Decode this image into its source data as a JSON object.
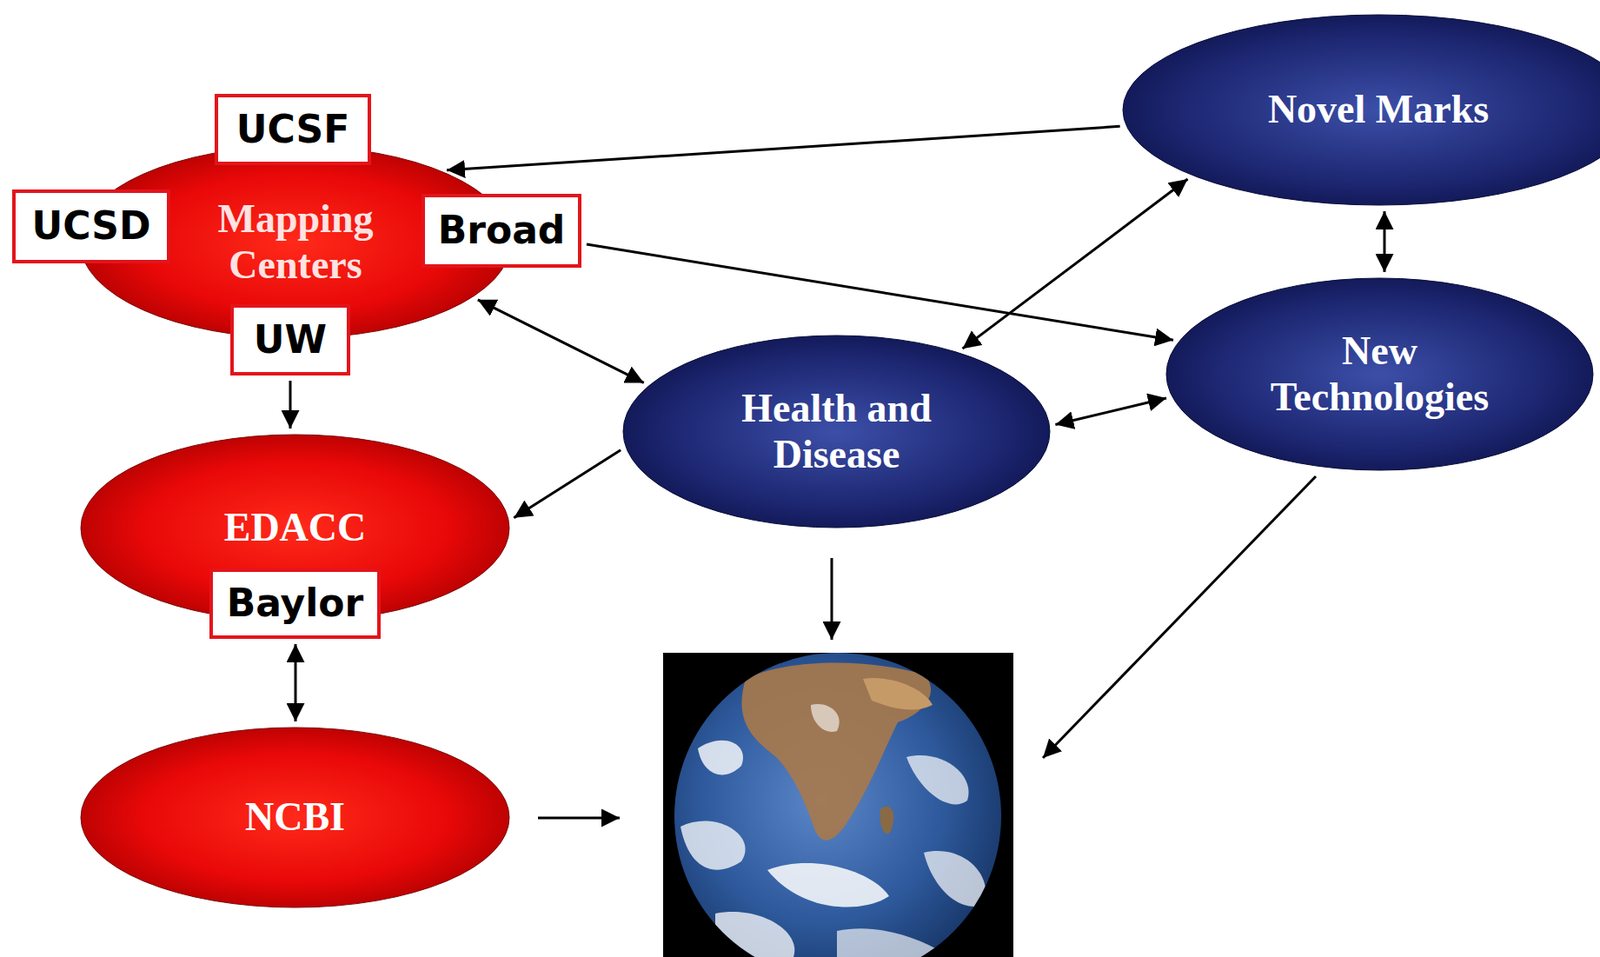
{
  "diagram": {
    "nodes": [
      {
        "text": [
          "Mapping Centers"
        ]
      },
      {
        "text": [
          "UCSF"
        ],
        "in": 0
      },
      {
        "text": [
          "UCSD"
        ],
        "in": 0
      },
      {
        "text": [
          "Broad"
        ],
        "in": 0
      },
      {
        "text": [
          "UW"
        ],
        "in": 0
      },
      {
        "text": [
          "Novel Marks"
        ]
      },
      {
        "text": [
          "New Technologies"
        ]
      },
      {
        "text": [
          "Health and Disease"
        ]
      },
      {
        "text": [
          "EDACC"
        ]
      },
      {
        "text": [
          "Baylor"
        ],
        "in": 8
      },
      {
        "text": [
          "NCBI"
        ]
      }
    ],
    "edges": [
      {
        "from": 5,
        "to": 0,
        "arrow": "to"
      },
      {
        "from": 3,
        "to": 6,
        "arrow": "to"
      },
      {
        "from": 5,
        "to": 6,
        "arrow": "both"
      },
      {
        "from": 0,
        "to": 7,
        "arrow": "both"
      },
      {
        "from": 7,
        "to": 5,
        "arrow": "both"
      },
      {
        "from": 7,
        "to": 6,
        "arrow": "both"
      },
      {
        "from": 4,
        "to": 8,
        "arrow": "to"
      },
      {
        "from": 7,
        "to": 8,
        "arrow": "to"
      },
      {
        "from": 9,
        "to": 10,
        "arrow": "both"
      }
    ]
  }
}
